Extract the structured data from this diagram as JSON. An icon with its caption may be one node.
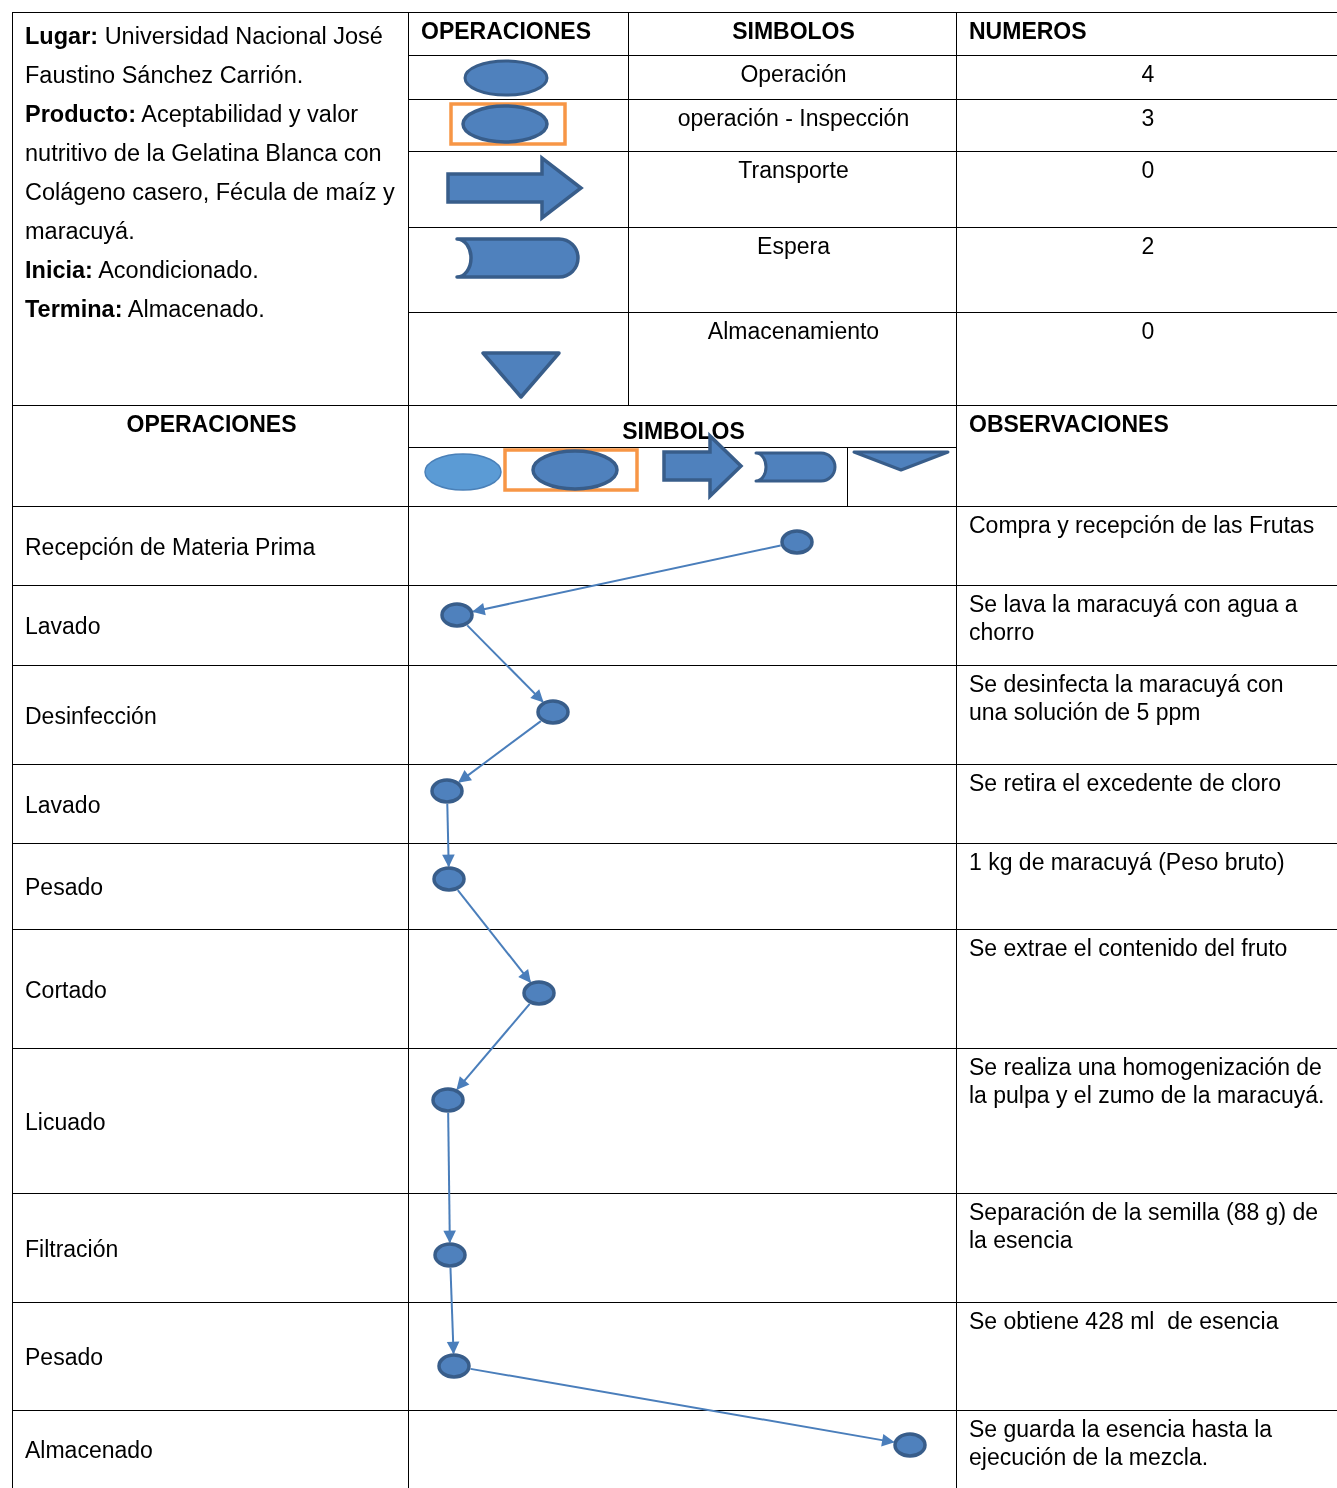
{
  "diagram": {
    "nodes": [
      {
        "text": [],
        "shape": "circle"
      },
      {
        "text": [],
        "shape": "circle"
      },
      {
        "text": [],
        "shape": "circle"
      },
      {
        "text": [],
        "shape": "circle"
      },
      {
        "text": [],
        "shape": "circle"
      },
      {
        "text": [],
        "shape": "circle"
      },
      {
        "text": [],
        "shape": "circle"
      },
      {
        "text": [],
        "shape": "circle"
      },
      {
        "text": [],
        "shape": "circle"
      },
      {
        "text": [],
        "shape": "circle"
      }
    ],
    "edges": [
      {
        "from": 0,
        "to": 1,
        "arrow": "to"
      },
      {
        "from": 1,
        "to": 2,
        "arrow": "to"
      },
      {
        "from": 2,
        "to": 3,
        "arrow": "to"
      },
      {
        "from": 3,
        "to": 4,
        "arrow": "to"
      },
      {
        "from": 4,
        "to": 5,
        "arrow": "to"
      },
      {
        "from": 5,
        "to": 6,
        "arrow": "to"
      },
      {
        "from": 6,
        "to": 7,
        "arrow": "to"
      },
      {
        "from": 7,
        "to": 8,
        "arrow": "to"
      },
      {
        "from": 8,
        "to": 9,
        "arrow": "to"
      }
    ],
    "labels": [
      "**Lugar:** Universidad Nacional José Faustino Sánchez Carrión.",
      "**Producto:** Aceptabilidad y valor nutritivo de la Gelatina Blanca con Colágeno casero, Fécula de maíz y maracuyá.",
      "**Inicia:** Acondicionado.",
      "**Termina:** Almacenado.",
      "OPERACIONES",
      "SIMBOLOS",
      "NUMEROS",
      "Operación",
      "4",
      "operación - Inspección",
      "3",
      "Transporte",
      "0",
      "Espera",
      "2",
      "Almacenamiento",
      "0",
      "OPERACIONES",
      "SIMBOLOS",
      "OBSERVACIONES",
      "Recepción de Materia Prima",
      "Compra y recepción de las Frutas",
      "Lavado",
      "Se lava la maracuyá con agua a chorro",
      "Desinfección",
      "Se desinfecta la maracuyá con una solución de 5 ppm",
      "Lavado",
      "Se retira el excedente de cloro",
      "Pesado",
      "1 kg de maracuyá (Peso bruto)",
      "Cortado",
      "Se extrae el contenido del fruto",
      "Licuado",
      "Se realiza una homogenización de la pulpa y el zumo de la maracuyá.",
      "Filtración",
      "Separación de la semilla (88 g) de la esencia",
      "Pesado",
      "Se obtiene 428 ml  de esencia",
      "Almacenado",
      "Se guarda la esencia hasta la ejecución de la mezcla."
    ]
  }
}
